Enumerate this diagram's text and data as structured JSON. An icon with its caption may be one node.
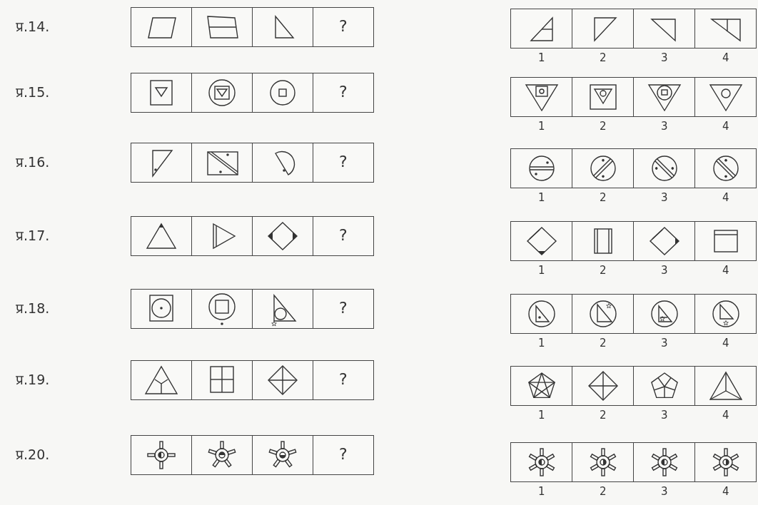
{
  "diagram": {
    "labels": [
      "प्र.14.",
      "?",
      "1",
      "2",
      "3",
      "4",
      "प्र.15.",
      "?",
      "1",
      "2",
      "3",
      "4",
      "प्र.16.",
      "?",
      "1",
      "2",
      "3",
      "4",
      "प्र.17.",
      "?",
      "1",
      "2",
      "3",
      "4",
      "प्र.18.",
      "?",
      "1",
      "2",
      "3",
      "4",
      "प्र.19.",
      "?",
      "1",
      "2",
      "3",
      "4",
      "प्र.20.",
      "?",
      "1",
      "2",
      "3",
      "4"
    ]
  }
}
